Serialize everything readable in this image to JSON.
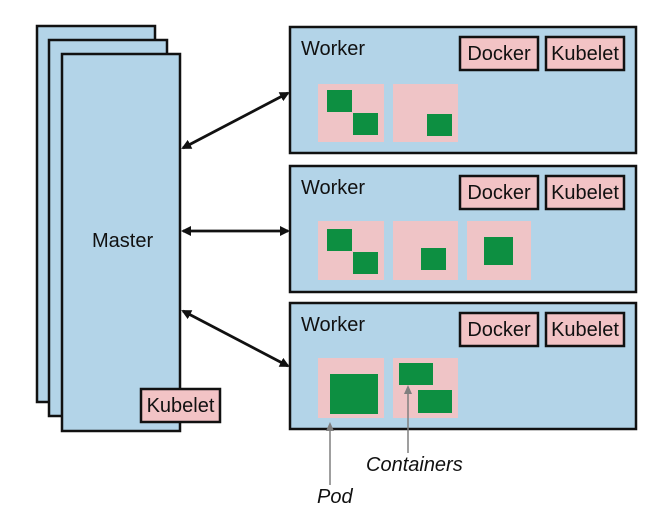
{
  "master": {
    "label": "Master",
    "kubelet_label": "Kubelet"
  },
  "workers": [
    {
      "label": "Worker",
      "docker_label": "Docker",
      "kubelet_label": "Kubelet",
      "pods": [
        2,
        1
      ]
    },
    {
      "label": "Worker",
      "docker_label": "Docker",
      "kubelet_label": "Kubelet",
      "pods": [
        2,
        1,
        1
      ]
    },
    {
      "label": "Worker",
      "docker_label": "Docker",
      "kubelet_label": "Kubelet",
      "pods": [
        1,
        2
      ]
    }
  ],
  "annotations": {
    "containers_label": "Containers",
    "pod_label": "Pod"
  },
  "colors": {
    "node_fill": "#b3d4e8",
    "pod_fill": "#efc4c6",
    "container_fill": "#0d8f41",
    "label_box_fill": "#f2c3c5",
    "stroke": "#111111",
    "annotation_line": "#7f7f7f"
  }
}
